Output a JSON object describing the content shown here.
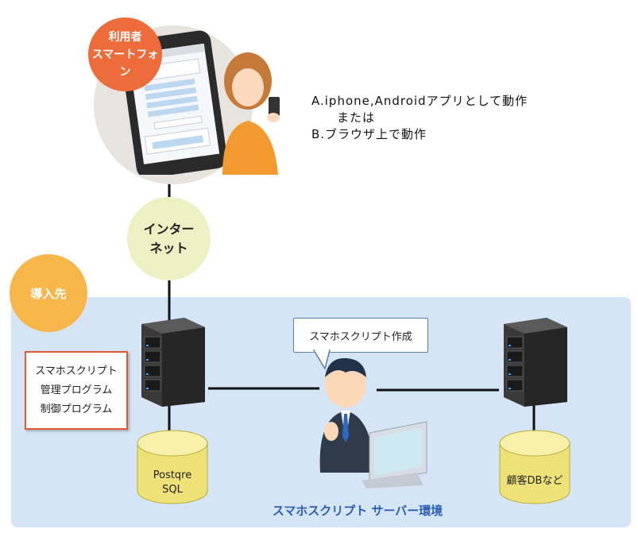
{
  "user_label": [
    "利用者",
    "スマートフォン"
  ],
  "internet_label": [
    "インター",
    "ネット"
  ],
  "deploy_label": "導入先",
  "notes": [
    "A.iphone,Androidアプリとして動作",
    "　　または",
    "B.ブラウザ上で動作"
  ],
  "management_box": [
    "スマホスクリプト",
    "管理プログラム",
    "制御プログラム"
  ],
  "callout": "スマホスクリプト作成",
  "db_left": [
    "Postqre",
    "SQL"
  ],
  "db_right": "顧客DBなど",
  "environment_title": "スマホスクリプト サーバー環境",
  "colors": {
    "panel": "#d5e5f6",
    "user": "#ee6b3b",
    "internet": "#ecf0c2",
    "deploy": "#f6b64a",
    "title": "#2a5fb5",
    "db": "#f1e87c"
  }
}
